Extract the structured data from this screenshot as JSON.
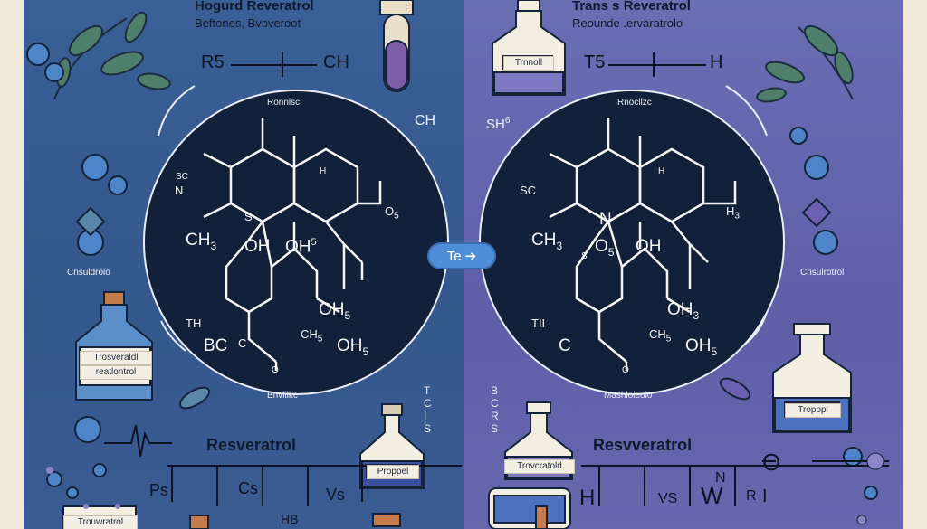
{
  "left": {
    "title": "Hogurd Reveratrol",
    "subtitle": "Beftones, Bvoveroot",
    "formula_left": "R5",
    "formula_right": "CH",
    "circle_top_label": "Ronnlsc",
    "circle_bottom_label": "Bnvlilkc",
    "outside_ch": "CH",
    "leaf_label": "Cnsuldrolo",
    "bottle_label_1": "Trosveraldl",
    "bottle_label_2": "reatlontrol",
    "bottom_label": "Resveratrol",
    "flask_label": "Proppel",
    "side_letters": "T C I S",
    "bottle_bottom_label": "Trouwratrol",
    "scale_p": "Ps",
    "scale_c": "Cs",
    "scale_v": "Vs",
    "scale_h": "HB",
    "chem": {
      "ch3": "CH",
      "ch3_sub": "3",
      "oh1": "OH",
      "oh2": "OH",
      "oh2_sup": "5",
      "os": "O",
      "os_sub": "5",
      "n": "N",
      "h": "H",
      "oh3": "OH",
      "oh3_sub": "5",
      "oh4": "OH",
      "oh4_sub": "5",
      "c": "C",
      "ch": "CH",
      "ch_sub": "5",
      "bc": "BC",
      "th": "TH",
      "o": "O",
      "s": "S",
      "sc": "SC"
    }
  },
  "right": {
    "title": "Trans s Reveratrol",
    "subtitle": "Reounde .ervaratrolo",
    "formula_left": "T5",
    "formula_right": "H",
    "circle_top_label": "Rnocllzc",
    "circle_bottom_label": "Mashloleolo",
    "outside_s": "SH",
    "outside_s_sup": "6",
    "leaf_label": "Cnsulrotrol",
    "bottle_top_label": "Trnnoll",
    "bottle_label": "Tropppl",
    "flask_label": "Trovcratold",
    "bottom_label": "Resvveratrol",
    "side_letters": "B C R S",
    "scale_h": "H",
    "scale_vs": "VS",
    "scale_w": "W",
    "scale_n": "N",
    "scale_r": "R",
    "scale_i": "I",
    "scale_o": "O",
    "chem": {
      "ch3": "CH",
      "ch3_sub": "3",
      "oh1": "OH",
      "oh2": "OH",
      "os": "O",
      "os_sub": "5",
      "n": "N",
      "h": "H",
      "th": "H",
      "th_sub": "3",
      "oh3": "OH",
      "oh3_sub": "3",
      "oh4": "OH",
      "oh4_sub": "5",
      "c": "C",
      "ch": "CH",
      "ch_sub": "5",
      "tii": "TII",
      "o": "O",
      "s": "S",
      "sc": "SC"
    }
  },
  "center_arrow": {
    "label": "Te"
  },
  "colors": {
    "left_panel": "#3a5f96",
    "right_panel": "#6a6eb3",
    "circle": "#13203a",
    "arrow": "#4f8ed8"
  }
}
